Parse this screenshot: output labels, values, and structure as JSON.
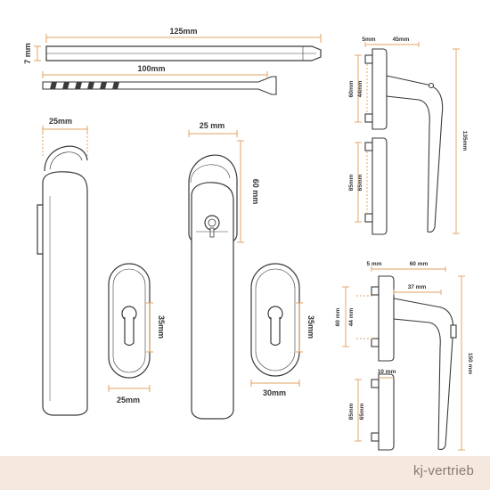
{
  "colors": {
    "outline": "#3a3a3a",
    "dimension": "#e0a060",
    "footer": "#f5e9df",
    "brand_text": "#8a7a70"
  },
  "footer": {
    "brand": "kj-vertrieb"
  },
  "dimensions": {
    "spindle_length": "125mm",
    "spindle_thickness": "7 mm",
    "screw_length": "100mm",
    "handle_a_width": "25mm",
    "handle_b_width": "25 mm",
    "handle_b_height": "60 mm",
    "rosette_a_hole": "35mm",
    "rosette_a_width": "25mm",
    "rosette_b_hole": "35mm",
    "rosette_b_width": "30mm",
    "side1_offset": "5mm",
    "side1_depth": "45mm",
    "side1_upper_outer": "60mm",
    "side1_upper_inner": "44mm",
    "side1_lower_outer": "85mm",
    "side1_lower_inner": "65mm",
    "side1_height": "135mm",
    "side2_offset": "5 mm",
    "side2_depth": "60 mm",
    "side2_lever": "37 mm",
    "side2_upper_outer": "60 mm",
    "side2_upper_inner": "44 mm",
    "side2_height": "150 mm",
    "side2_lower_width": "10 mm",
    "side2_lower_outer": "85mm",
    "side2_lower_inner": "65mm"
  }
}
